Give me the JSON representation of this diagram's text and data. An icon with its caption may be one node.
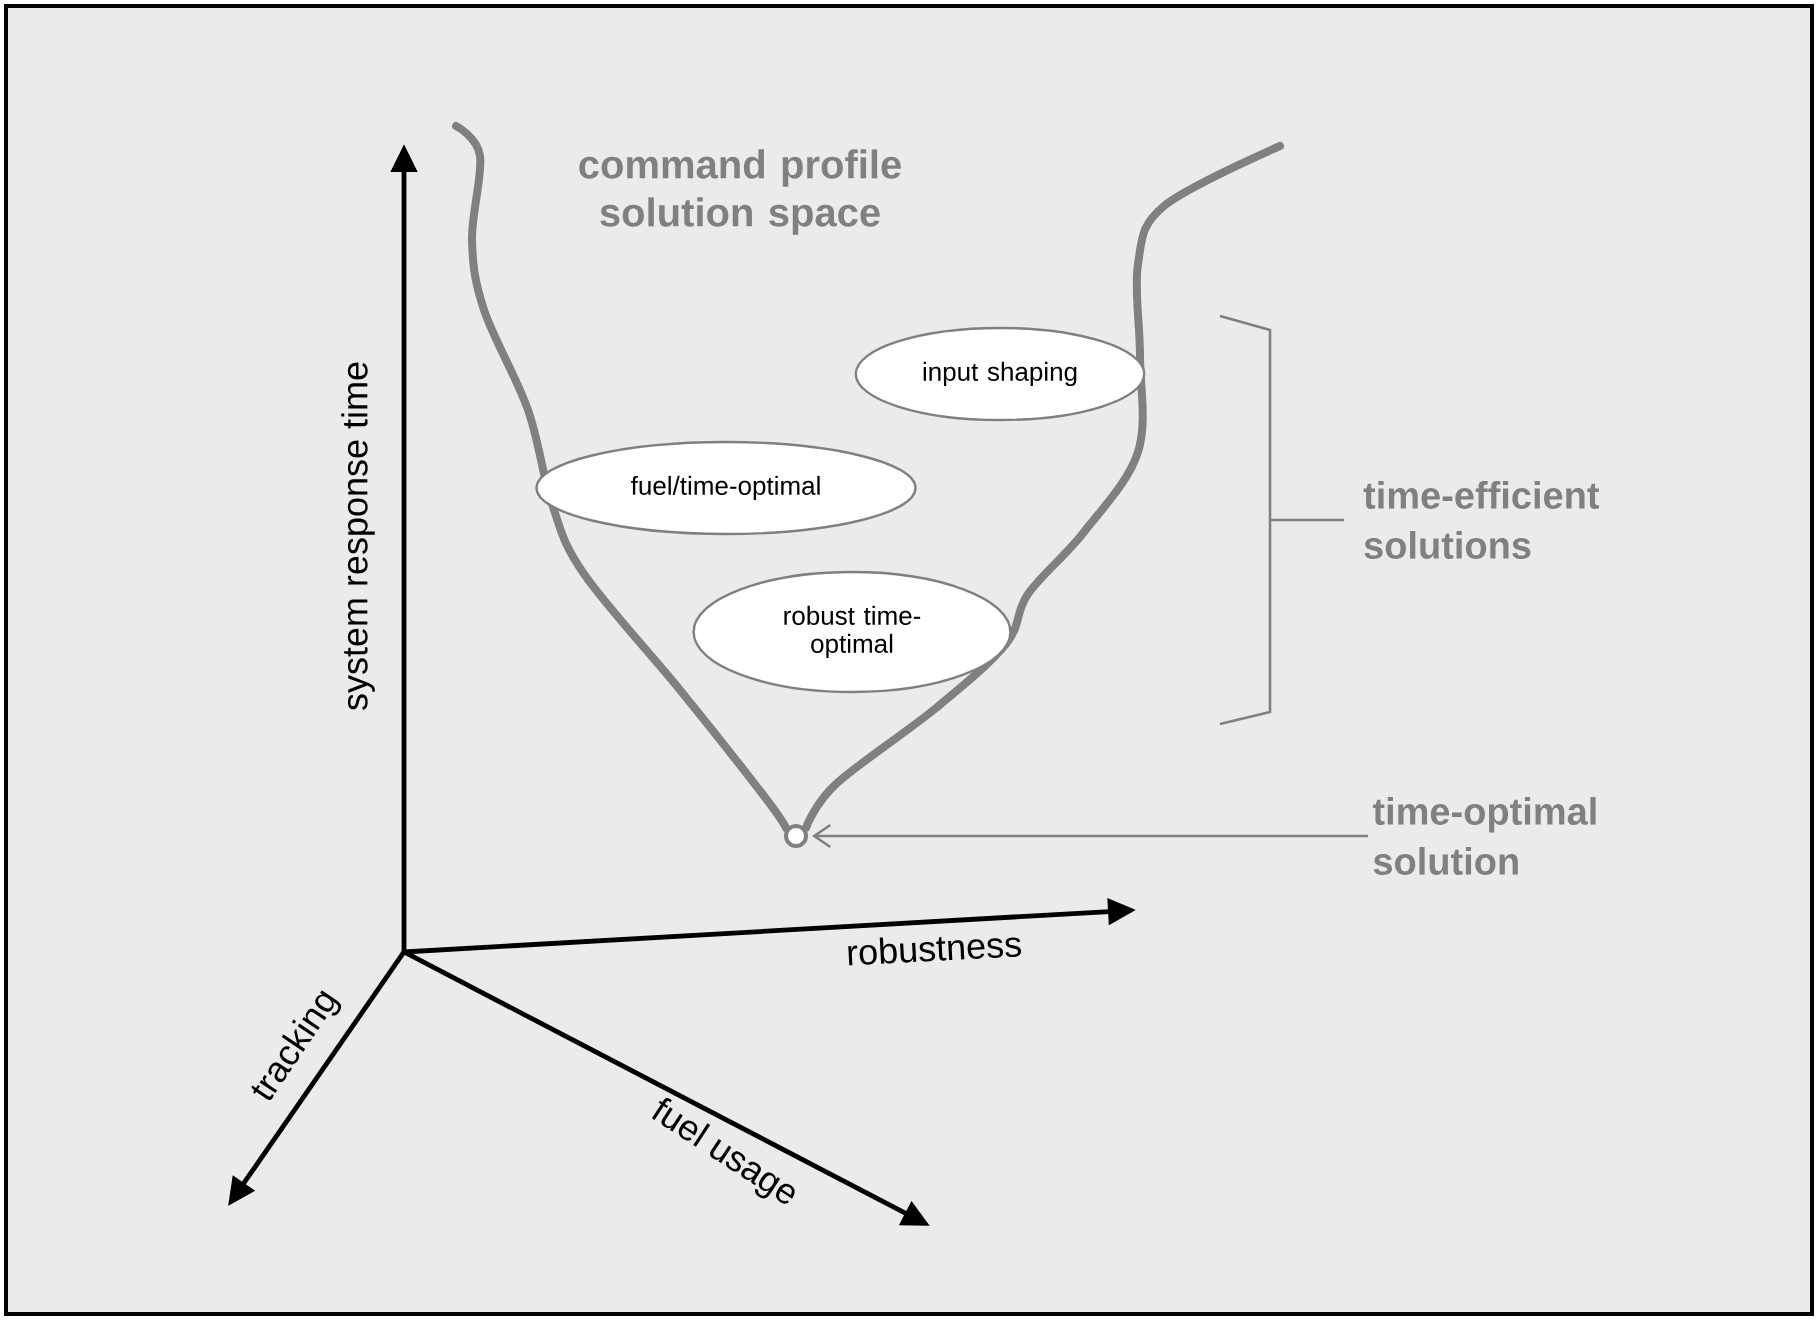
{
  "diagram": {
    "nodes": [
      {
        "text": [
          "input shaping"
        ]
      },
      {
        "text": [
          "fuel/time-optimal"
        ]
      },
      {
        "text": [
          "robust time-optimal"
        ]
      },
      {
        "text": [
          "time-optimal solution"
        ]
      },
      {
        "text": [],
        "shape": "circle"
      }
    ],
    "edges": [
      {
        "from": 3,
        "to": 4,
        "arrow": "to"
      }
    ],
    "labels": [
      "command profile solution space",
      "time-efficient solutions",
      "system response time",
      "robustness",
      "tracking",
      "fuel usage"
    ]
  }
}
